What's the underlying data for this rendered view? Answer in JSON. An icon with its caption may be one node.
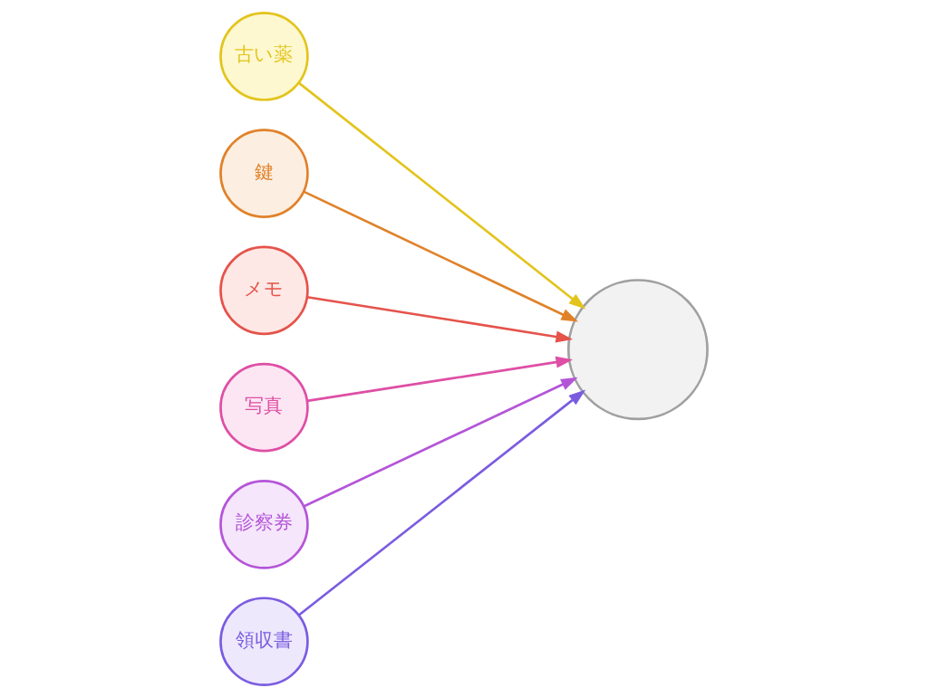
{
  "diagram": {
    "nodes": [
      {
        "text": [
          "古い薬"
        ]
      },
      {
        "text": [
          "鍵"
        ]
      },
      {
        "text": [
          "メモ"
        ]
      },
      {
        "text": [
          "写真"
        ]
      },
      {
        "text": [
          "診察券"
        ]
      },
      {
        "text": [
          "領収書"
        ]
      },
      {
        "text": [],
        "shape": "circle"
      }
    ],
    "edges": [
      {
        "from": 0,
        "to": 6,
        "arrow": "to",
        "color": "#e3c41c"
      },
      {
        "from": 1,
        "to": 6,
        "arrow": "to",
        "color": "#e0822a"
      },
      {
        "from": 2,
        "to": 6,
        "arrow": "to",
        "color": "#e5534b"
      },
      {
        "from": 3,
        "to": 6,
        "arrow": "to",
        "color": "#de4fa5"
      },
      {
        "from": 4,
        "to": 6,
        "arrow": "to",
        "color": "#b455d8"
      },
      {
        "from": 5,
        "to": 6,
        "arrow": "to",
        "color": "#7b5ce0"
      }
    ]
  }
}
